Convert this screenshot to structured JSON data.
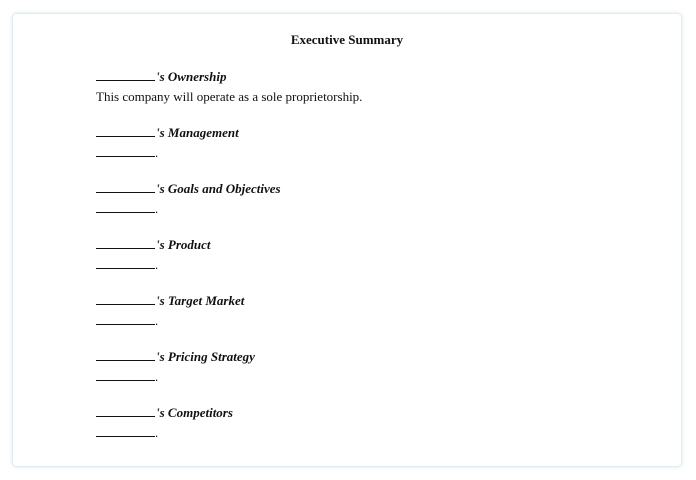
{
  "document": {
    "title": "Executive Summary",
    "sections": [
      {
        "heading": "'s Ownership",
        "body": "This company will operate as a sole proprietorship."
      },
      {
        "heading": "'s Management",
        "body": "."
      },
      {
        "heading": "'s Goals and Objectives",
        "body": "."
      },
      {
        "heading": "'s Product",
        "body": "."
      },
      {
        "heading": "'s Target Market",
        "body": "."
      },
      {
        "heading": "'s Pricing Strategy",
        "body": "."
      },
      {
        "heading": "'s Competitors",
        "body": "."
      }
    ]
  }
}
